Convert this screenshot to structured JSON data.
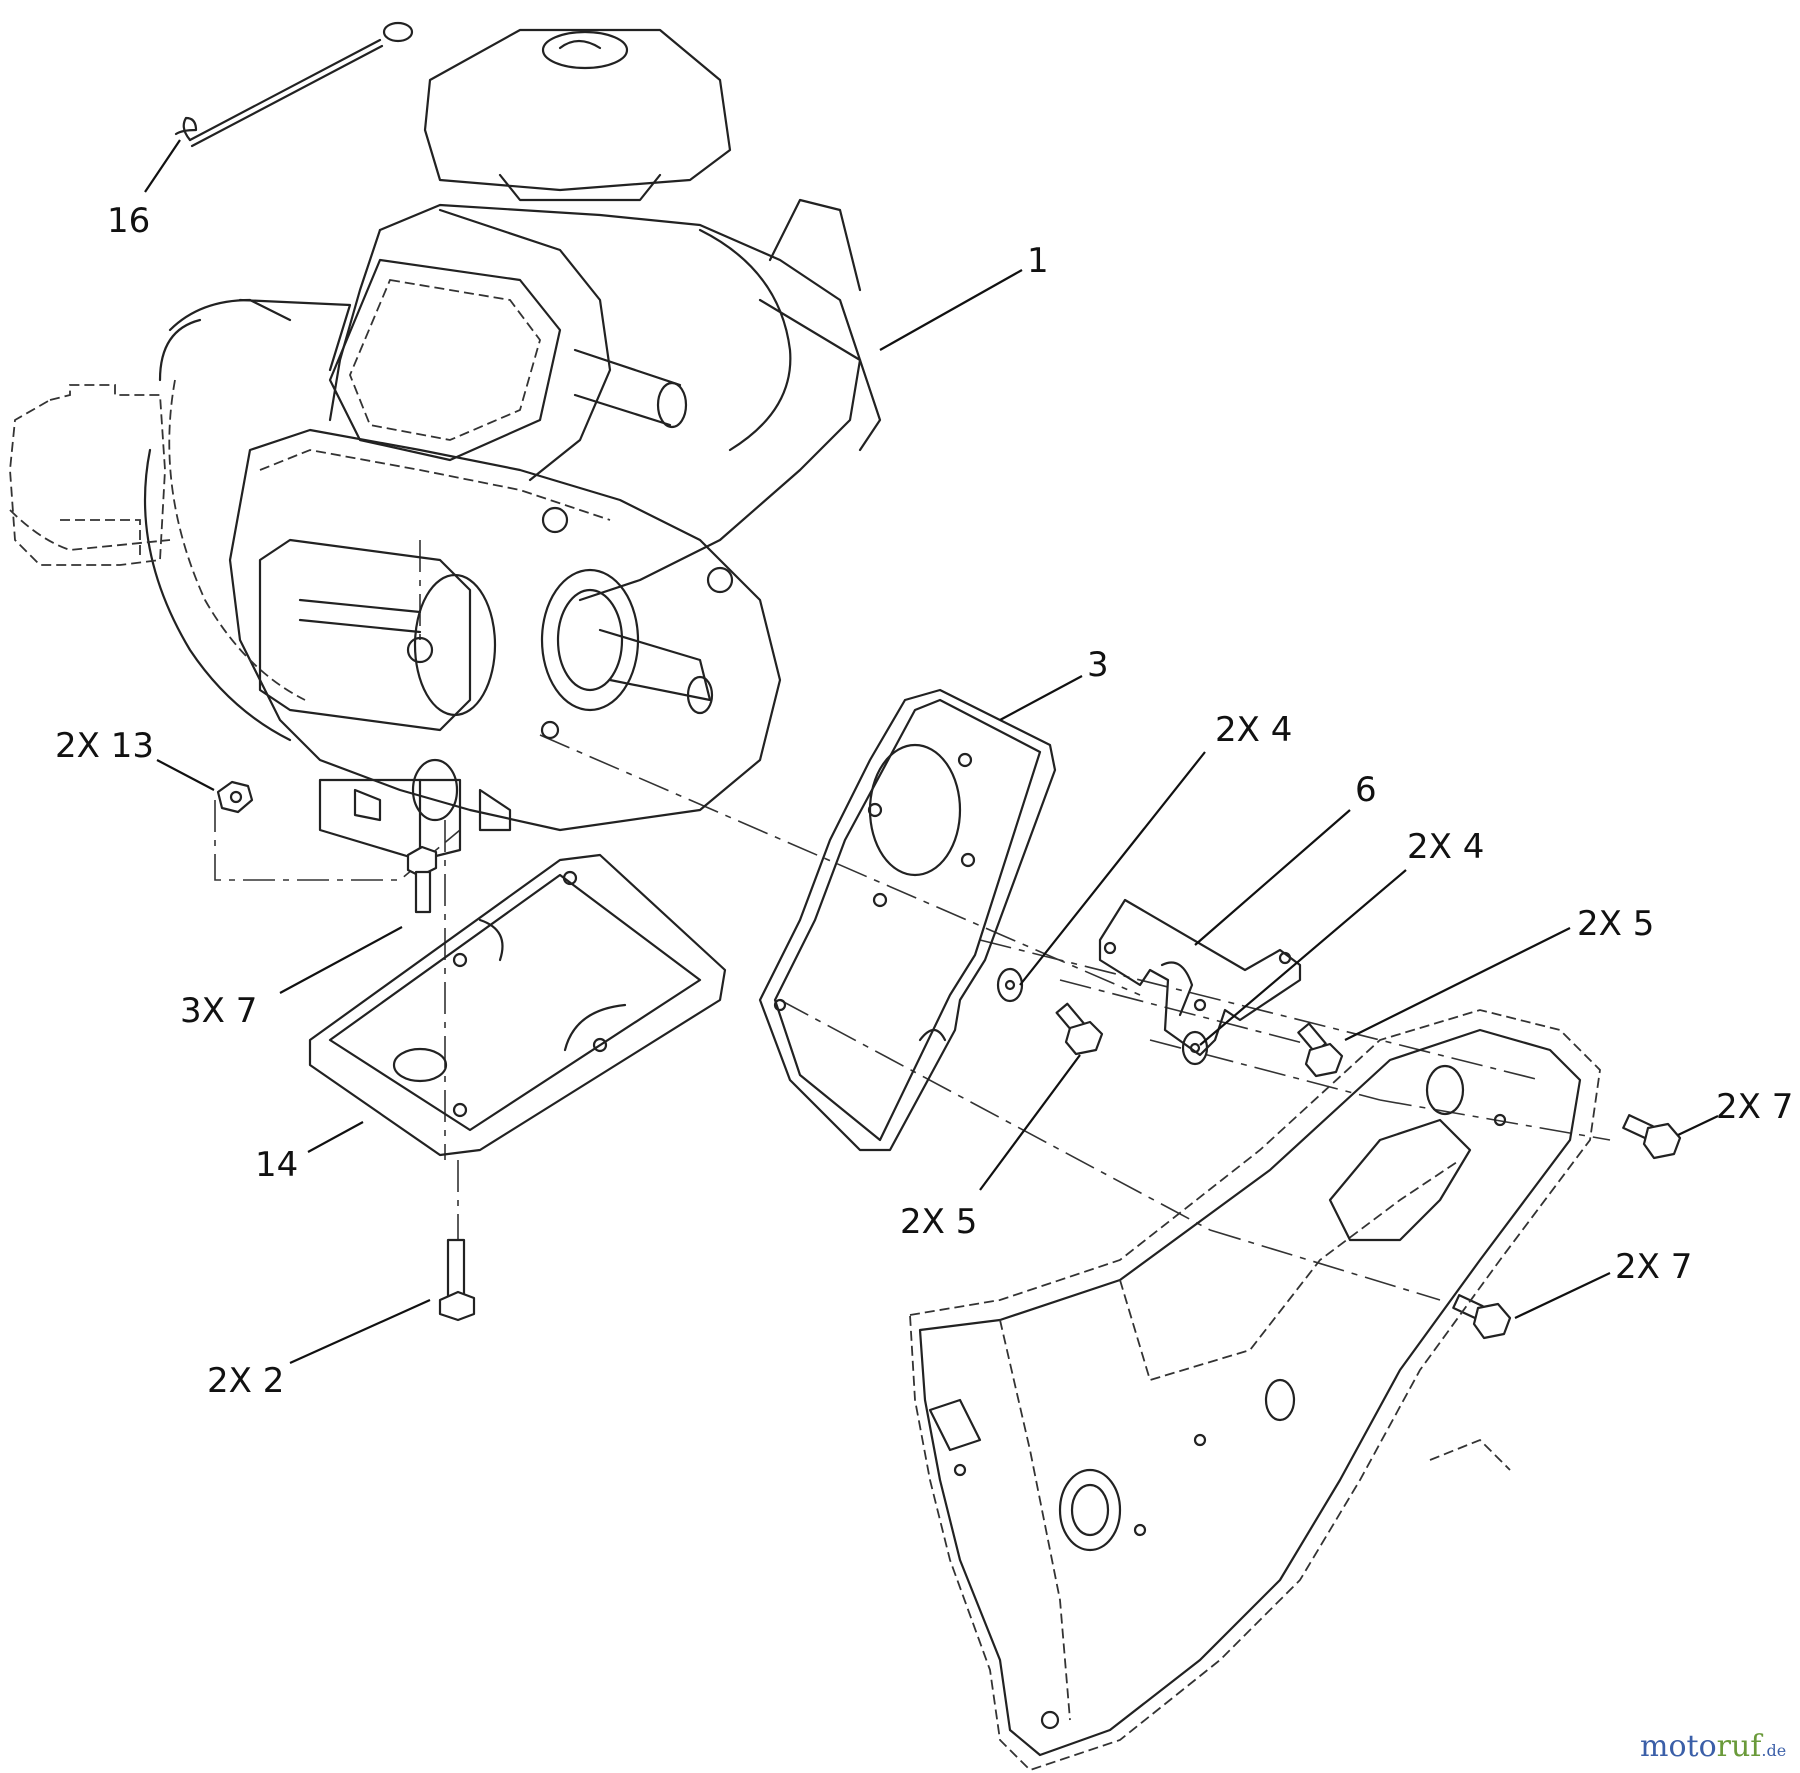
{
  "callouts": {
    "c16": "16",
    "c1": "1",
    "c3": "3",
    "c2x4a": "2X  4",
    "c6": "6",
    "c2x4b": "2X  4",
    "c2x5a": "2X  5",
    "c2x13": "2X 13",
    "c3x7": "3X  7",
    "c2x7a": "2X  7",
    "c14": "14",
    "c2x5b": "2X  5",
    "c2x7b": "2X  7",
    "c2x2": "2X  2"
  },
  "watermark": {
    "part1": "moto",
    "part2": "ruf",
    "part3": ".de"
  }
}
